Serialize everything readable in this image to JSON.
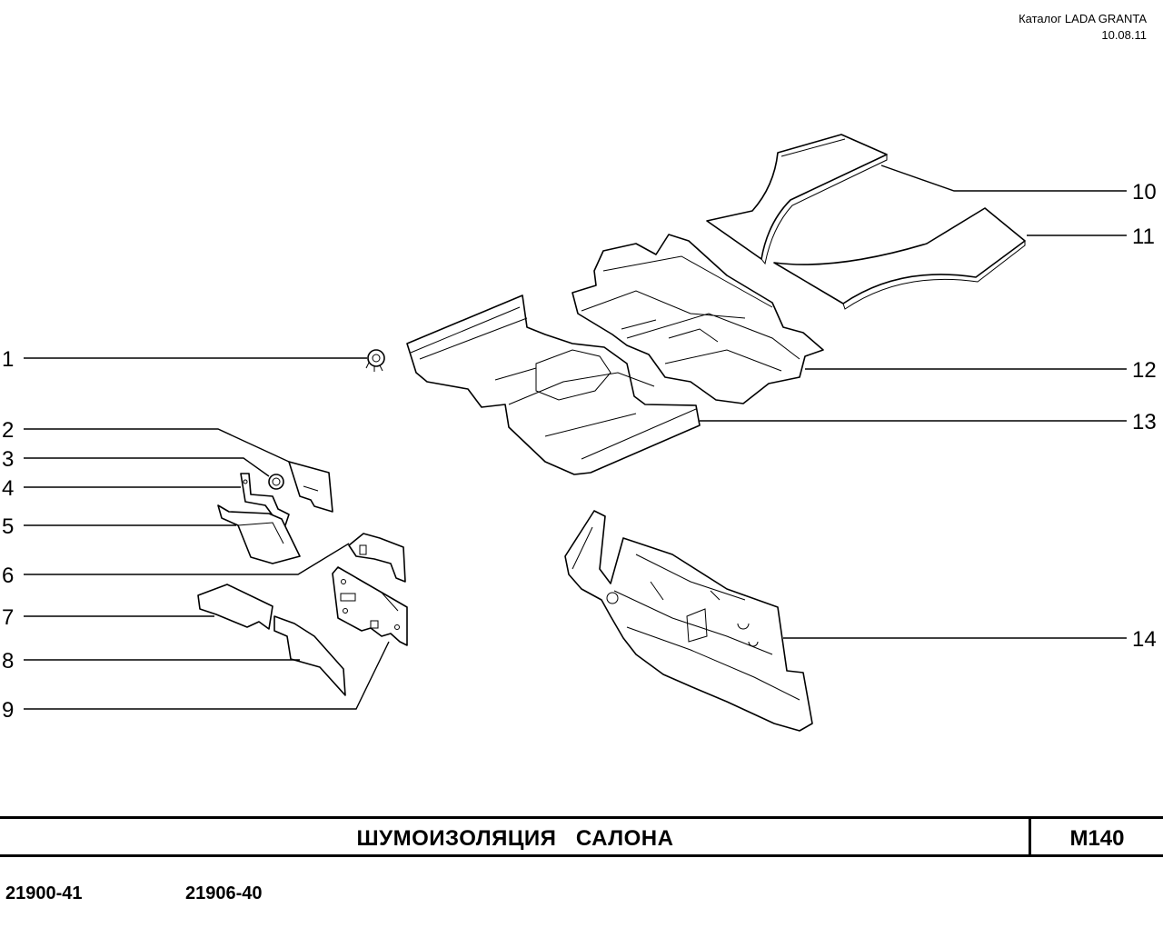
{
  "header": {
    "catalog": "Каталог LADA  GRANTA",
    "date": "10.08.11"
  },
  "callouts": [
    "1",
    "2",
    "3",
    "4",
    "5",
    "6",
    "7",
    "8",
    "9",
    "10",
    "11",
    "12",
    "13",
    "14"
  ],
  "title_block": {
    "title": "ШУМОИЗОЛЯЦИЯ   САЛОНА",
    "code": "M140"
  },
  "models": [
    "21900-41",
    "21906-40"
  ]
}
